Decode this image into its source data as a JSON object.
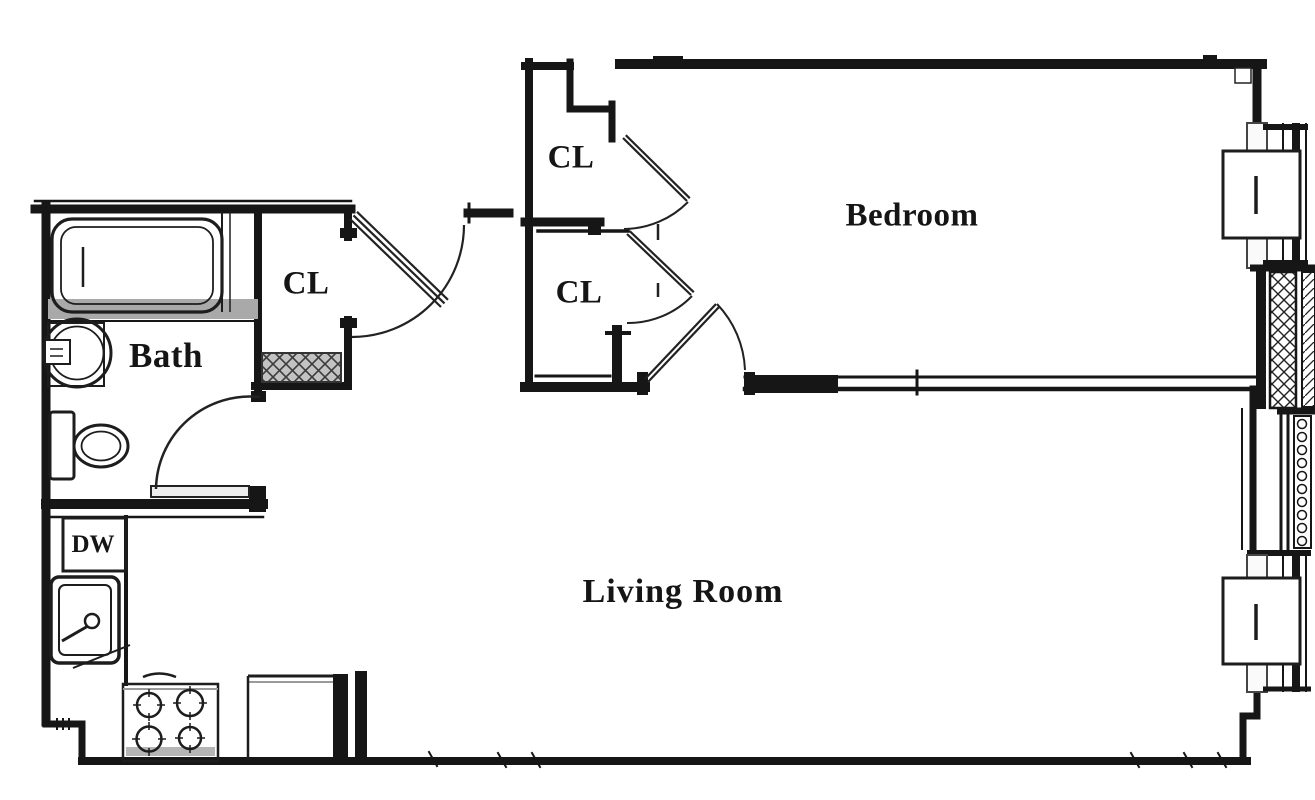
{
  "plan": {
    "type": "apartment-floor-plan",
    "labels": [
      {
        "id": "closet-top",
        "text": "CL"
      },
      {
        "id": "bedroom",
        "text": "Bedroom"
      },
      {
        "id": "closet-left",
        "text": "CL"
      },
      {
        "id": "closet-middle",
        "text": "CL"
      },
      {
        "id": "bath",
        "text": "Bath"
      },
      {
        "id": "dishwasher",
        "text": "DW"
      },
      {
        "id": "living-room",
        "text": "Living Room"
      }
    ],
    "fixtures": [
      "bathtub",
      "bath-shelf-band",
      "bath-sink",
      "toilet",
      "kitchen-dishwasher",
      "kitchen-sink",
      "stove-4-burners",
      "kitchen-counter",
      "closet-shelf-hatch",
      "entry-door-swing",
      "bath-door-swing",
      "bedroom-door-swing",
      "bifold-door-upper-closet",
      "bifold-door-middle-closet",
      "window-ac-upper",
      "window-ac-lower",
      "column-hatch",
      "column-circles"
    ],
    "colors": {
      "wall": "#161616",
      "shade_band": "#a9a9a9",
      "appliance_band": "#b5b5b5",
      "shelf_hatch_fill": "#c2c2c2",
      "background": "#ffffff"
    }
  }
}
